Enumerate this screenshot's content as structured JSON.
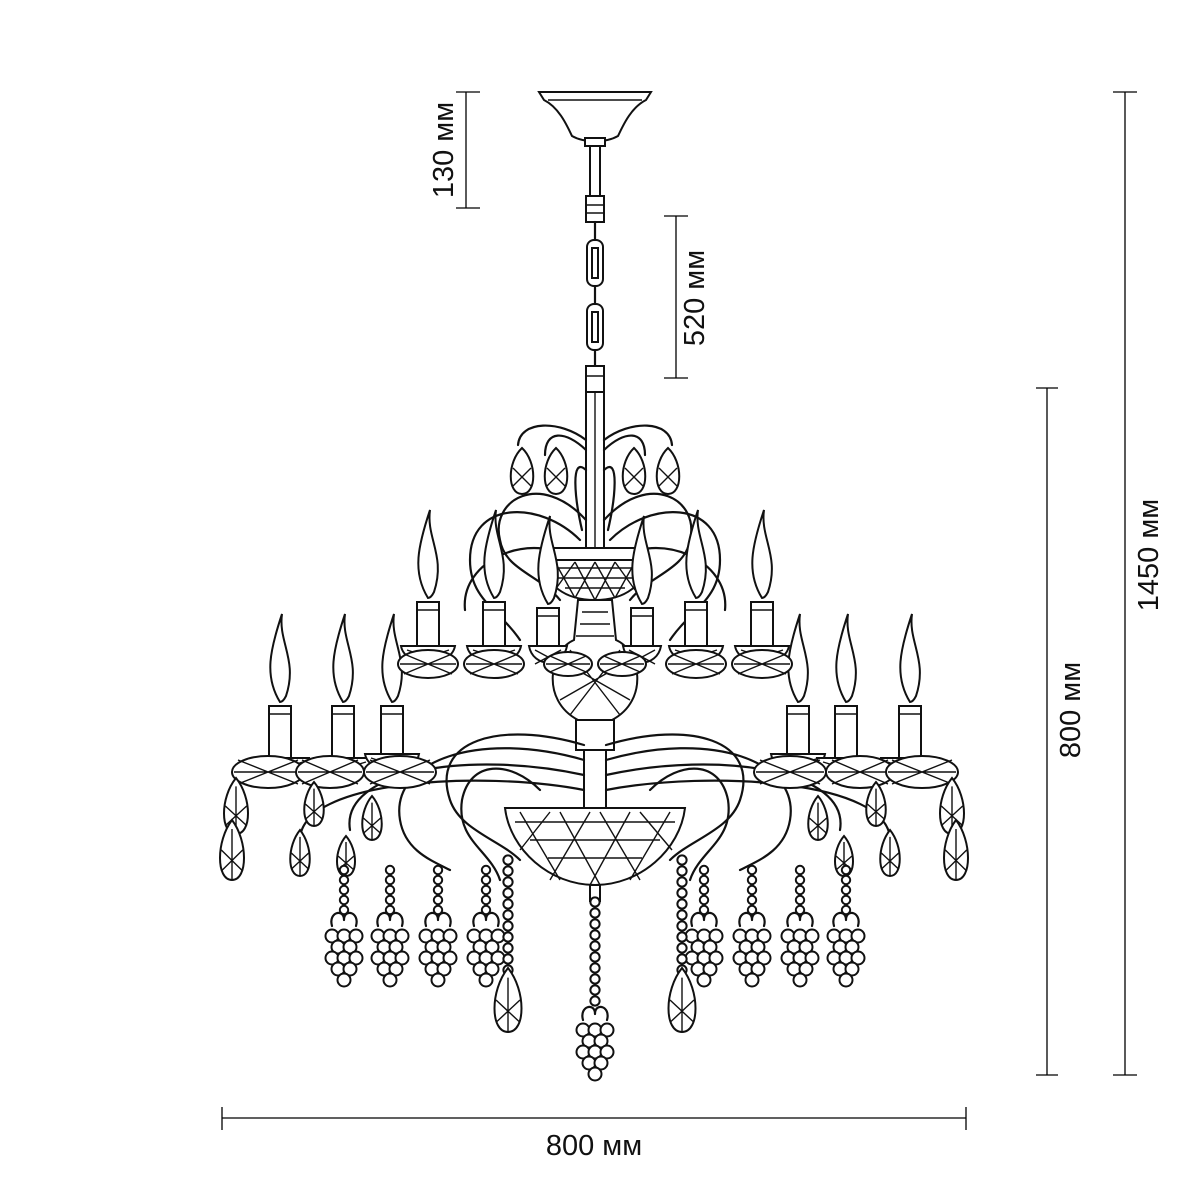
{
  "dimensions": {
    "canopy_height": "130 мм",
    "chain_length": "520 мм",
    "body_height": "800 мм",
    "total_height": "1450 мм",
    "width": "800 мм"
  },
  "colors": {
    "ink": "#111111",
    "background": "#ffffff"
  }
}
